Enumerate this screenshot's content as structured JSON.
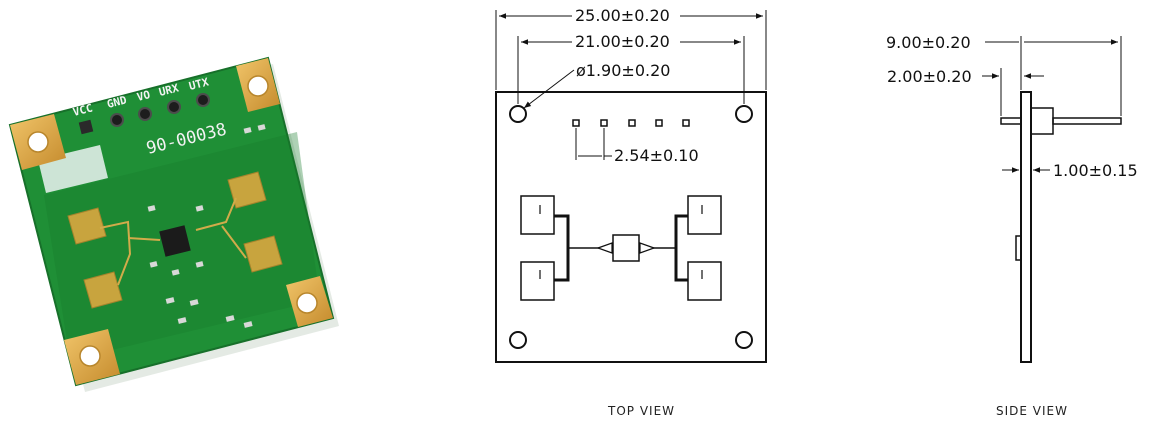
{
  "photo": {
    "pin_labels": [
      "VCC",
      "GND",
      "VO",
      "URX",
      "UTX"
    ],
    "part_number": "90-00038",
    "colors": {
      "pcb": "#1e8e34",
      "pad": "#d9a645",
      "antenna": "#c6a33c",
      "chip": "#1b1b1b"
    }
  },
  "top_view": {
    "caption": "TOP VIEW",
    "dims": {
      "overall_width": "25.00±0.20",
      "hole_spacing": "21.00±0.20",
      "hole_diameter": "ø1.90±0.20",
      "pin_pitch": "2.54±0.10"
    }
  },
  "side_view": {
    "caption": "SIDE VIEW",
    "dims": {
      "pin_length": "9.00±0.20",
      "pin_offset": "2.00±0.20",
      "board_thickness": "1.00±0.15"
    }
  }
}
